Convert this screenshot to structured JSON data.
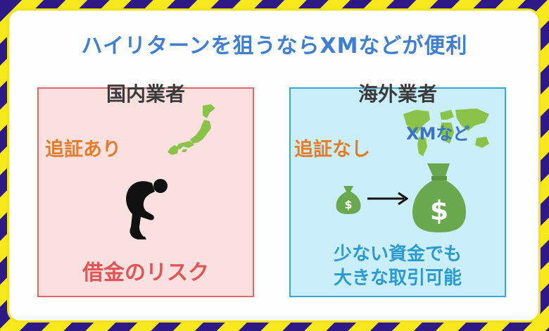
{
  "title": "ハイリターンを狙うならXMなどが便利",
  "domestic": {
    "heading": "国内業者",
    "tag": "追証あり",
    "caption": "借金のリスク"
  },
  "overseas": {
    "heading": "海外業者",
    "tag": "追証なし",
    "brand": "XMなど",
    "caption_line1": "少ない資金でも",
    "caption_line2": "大きな取引可能"
  },
  "icons": [
    "japan-map-icon",
    "kneeling-person-icon",
    "world-map-icon",
    "small-money-bag-icon",
    "arrow-right-icon",
    "large-money-bag-icon"
  ],
  "colors": {
    "title": "#3f7fcf",
    "tag": "#e47d2a",
    "risk": "#e15555",
    "benefit": "#2a9ad0",
    "map_green": "#8bc34a",
    "bag_green": "#6aa84f",
    "stripe_purple": "#2d1a86",
    "stripe_yellow": "#f6e81c"
  }
}
